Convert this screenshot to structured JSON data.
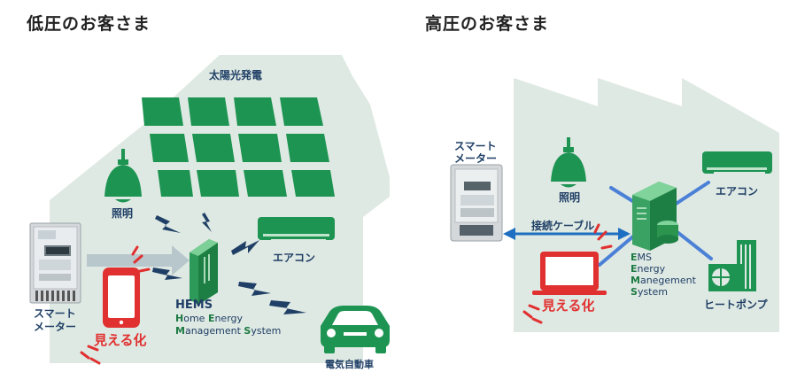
{
  "left": {
    "title": "低圧のお客さま",
    "solar_label": "太陽光発電",
    "light_label": "照明",
    "aircon_label": "エアコン",
    "meter_label_1": "スマート",
    "meter_label_2": "メーター",
    "visual_label": "見える化",
    "hems_title": "HEMS",
    "hems_lines": [
      {
        "cap": "H",
        "rest": "ome ",
        "cap2": "E",
        "rest2": "nergy"
      },
      {
        "cap": "M",
        "rest": "anagement ",
        "cap2": "S",
        "rest2": "ystem"
      }
    ],
    "ev_label": "電気自動車"
  },
  "right": {
    "title": "高圧のお客さま",
    "meter_label_1": "スマート",
    "meter_label_2": "メーター",
    "light_label": "照明",
    "aircon_label": "エアコン",
    "cable_label": "接続ケーブル",
    "visual_label": "見える化",
    "ems_lines": [
      {
        "cap": "E",
        "rest": "MS"
      },
      {
        "cap": "E",
        "rest": "nergy"
      },
      {
        "cap": "M",
        "rest": "anegement"
      },
      {
        "cap": "S",
        "rest": "ystem"
      }
    ],
    "heatpump_label": "ヒートポンプ"
  },
  "colors": {
    "house_bg": "#dfe9e3",
    "panel_green": "#1d9452",
    "lightning_navy": "#1f3f66",
    "alert_red": "#e03030",
    "ems_green": "#3aa262",
    "cable_blue": "#1e6fc2",
    "line_blue": "#4a80d6",
    "arrow_gray": "#b8c7cc"
  }
}
